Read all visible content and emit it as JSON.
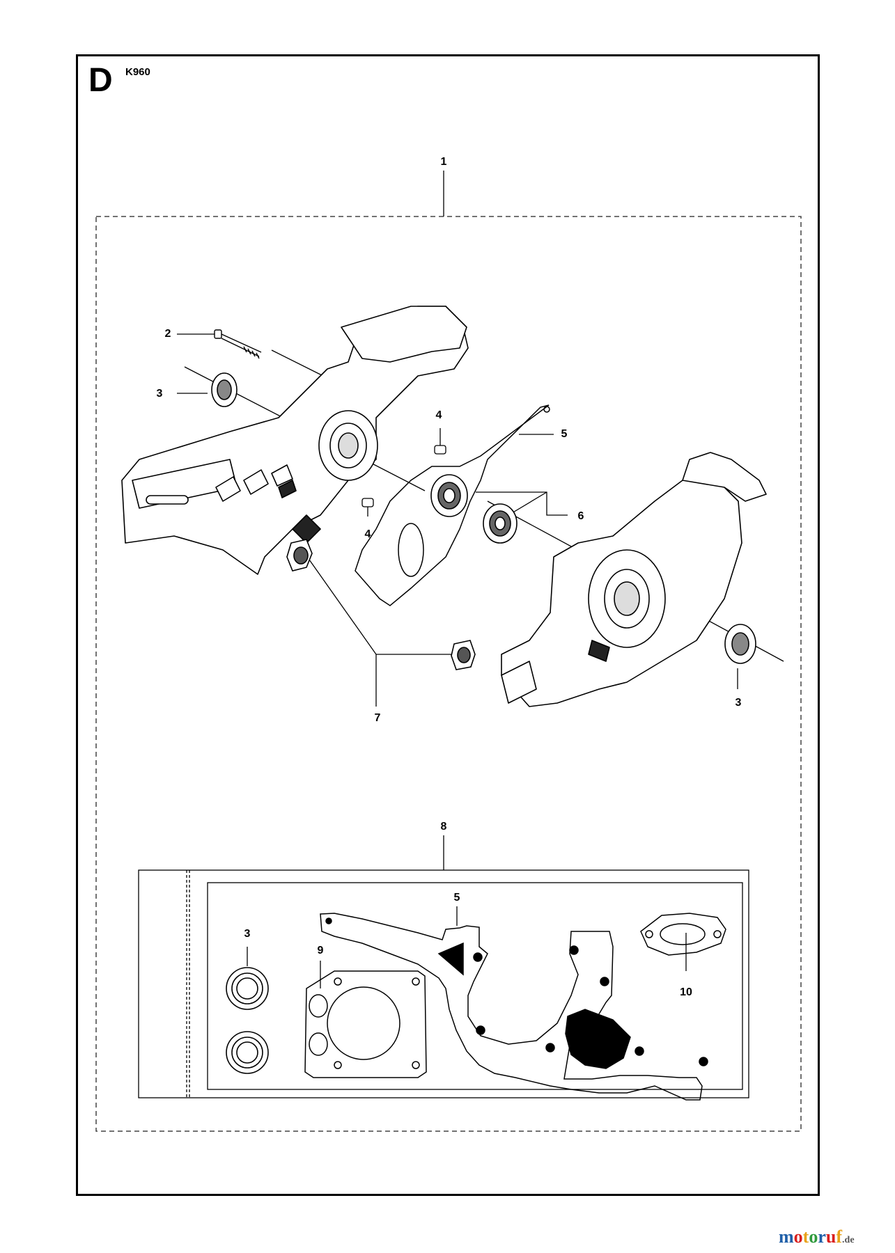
{
  "header": {
    "section_letter": "D",
    "model": "K960"
  },
  "callouts": {
    "c1": "1",
    "c2": "2",
    "c3a": "3",
    "c3b": "3",
    "c3c": "3",
    "c4a": "4",
    "c4b": "4",
    "c5a": "5",
    "c5b": "5",
    "c6": "6",
    "c7": "7",
    "c8": "8",
    "c9": "9",
    "c10": "10"
  },
  "watermark": {
    "brand": "motoruf",
    "tld": ".de",
    "colors": [
      "#1f5fa8",
      "#d9201f",
      "#e8a21a",
      "#2f9a3c"
    ]
  }
}
